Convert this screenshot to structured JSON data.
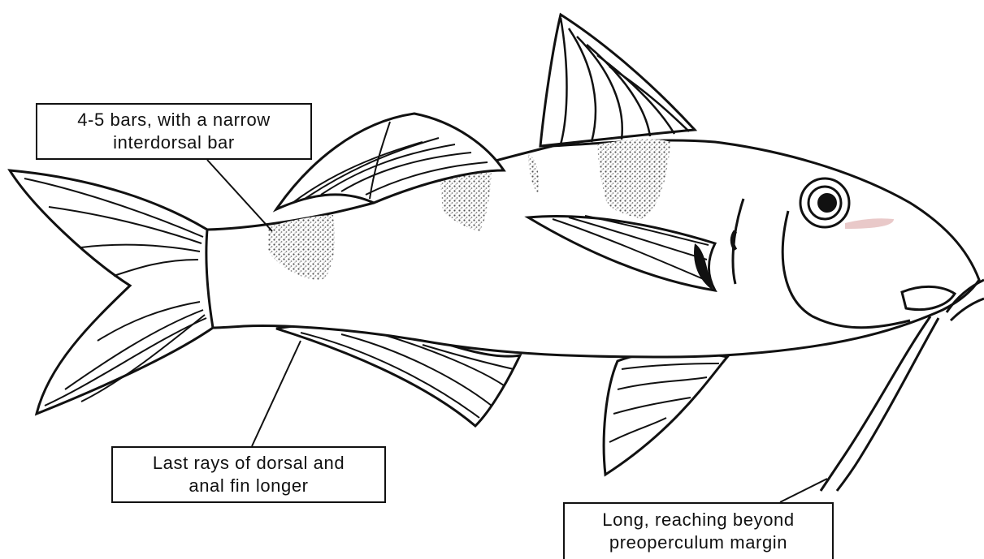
{
  "figure": {
    "subject": "goatfish-illustration",
    "colors": {
      "ink": "#111111",
      "paper": "#ffffff",
      "stipple": "#7a7a7a",
      "pink_tint": "#e9c9c9"
    }
  },
  "callouts": {
    "bars": {
      "line1": "4-5 bars, with a narrow",
      "line2": "interdorsal bar"
    },
    "rays": {
      "line1": "Last rays of dorsal and",
      "line2": "anal fin longer"
    },
    "barbels": {
      "line1": "Long, reaching beyond",
      "line2": "preoperculum margin"
    }
  }
}
